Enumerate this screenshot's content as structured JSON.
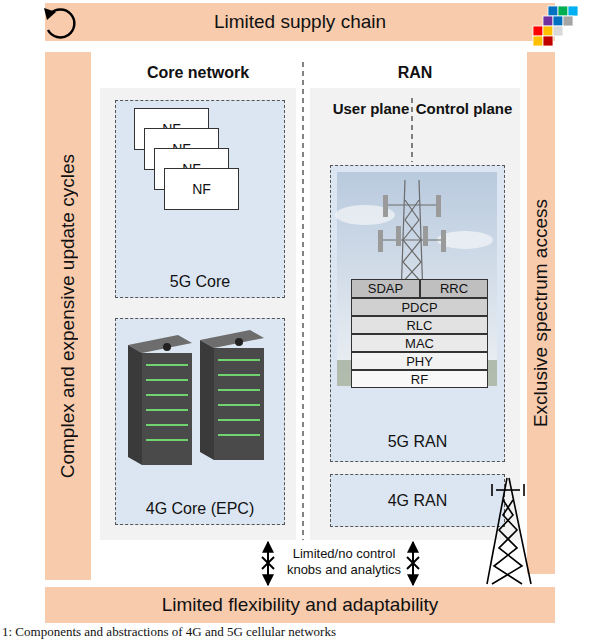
{
  "diagram": {
    "caption": "1: Components and abstractions of 4G and 5G cellular networks",
    "nodes": [
      {
        "text": [
          "Limited supply chain"
        ]
      },
      {
        "text": [
          "Complex and expensive update cycles"
        ]
      },
      {
        "text": [
          "Core network"
        ]
      },
      {
        "text": [
          "5G Core"
        ],
        "in": 2
      },
      {
        "text": [
          "NF"
        ],
        "in": 3
      },
      {
        "text": [
          "NF"
        ],
        "in": 3
      },
      {
        "text": [
          "NF"
        ],
        "in": 3
      },
      {
        "text": [
          "NF"
        ],
        "in": 3
      },
      {
        "text": [
          "4G Core (EPC)"
        ],
        "in": 2
      },
      {
        "text": [
          "RAN"
        ]
      },
      {
        "text": [
          "5G RAN"
        ],
        "in": 9
      },
      {
        "text": [
          "SDAP"
        ],
        "in": 10
      },
      {
        "text": [
          "RRC"
        ],
        "in": 10
      },
      {
        "text": [
          "PDCP"
        ],
        "in": 10
      },
      {
        "text": [
          "RLC"
        ],
        "in": 10
      },
      {
        "text": [
          "MAC"
        ],
        "in": 10
      },
      {
        "text": [
          "PHY"
        ],
        "in": 10
      },
      {
        "text": [
          "RF"
        ],
        "in": 10
      },
      {
        "text": [
          "4G RAN"
        ],
        "in": 9
      },
      {
        "text": [
          "Exclusive spectrum access"
        ]
      },
      {
        "text": [
          "Limited flexibility and adaptability"
        ]
      }
    ],
    "edges": [
      {
        "from": 2,
        "to": 20,
        "arrow": "both"
      },
      {
        "from": 9,
        "to": 20,
        "arrow": "both"
      }
    ],
    "labels": [
      "User plane",
      "Control plane",
      "Limited/no control knobs and analytics"
    ]
  }
}
